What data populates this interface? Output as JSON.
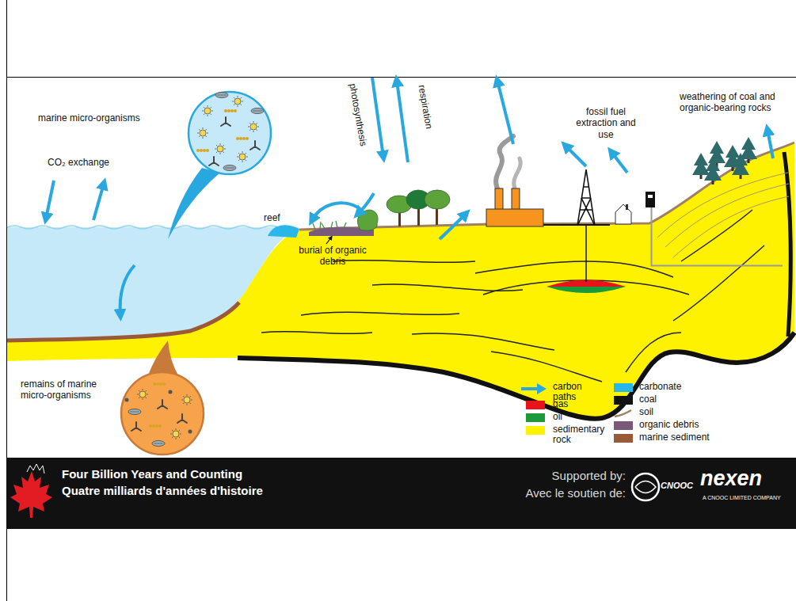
{
  "diagram": {
    "labels": [
      "marine micro-organisms",
      "CO₂ exchange",
      "photosynthesis",
      "respiration",
      "reef",
      "burial of organic debris",
      "fossil fuel extraction and use",
      "weathering of coal and organic-bearing rocks",
      "remains of marine micro-organisms",
      "Four Billion Years and Counting",
      "Quatre milliards d'années d'histoire",
      "Supported by:",
      "Avec le soutien de:",
      "CNOOC",
      "nexen",
      "A CNOOC LIMITED COMPANY"
    ],
    "legend": [
      {
        "text": "carbon paths"
      },
      {
        "text": "gas",
        "color": "#e8141b"
      },
      {
        "text": "oil",
        "color": "#1a9a3a"
      },
      {
        "text": "sedimentary rock",
        "color": "#fff200"
      },
      {
        "text": "carbonate",
        "color": "#29b6e8"
      },
      {
        "text": "coal",
        "color": "#111111"
      },
      {
        "text": "soil"
      },
      {
        "text": "organic debris",
        "color": "#7a5a7a"
      },
      {
        "text": "marine sediment",
        "color": "#9a5a3a"
      }
    ]
  }
}
